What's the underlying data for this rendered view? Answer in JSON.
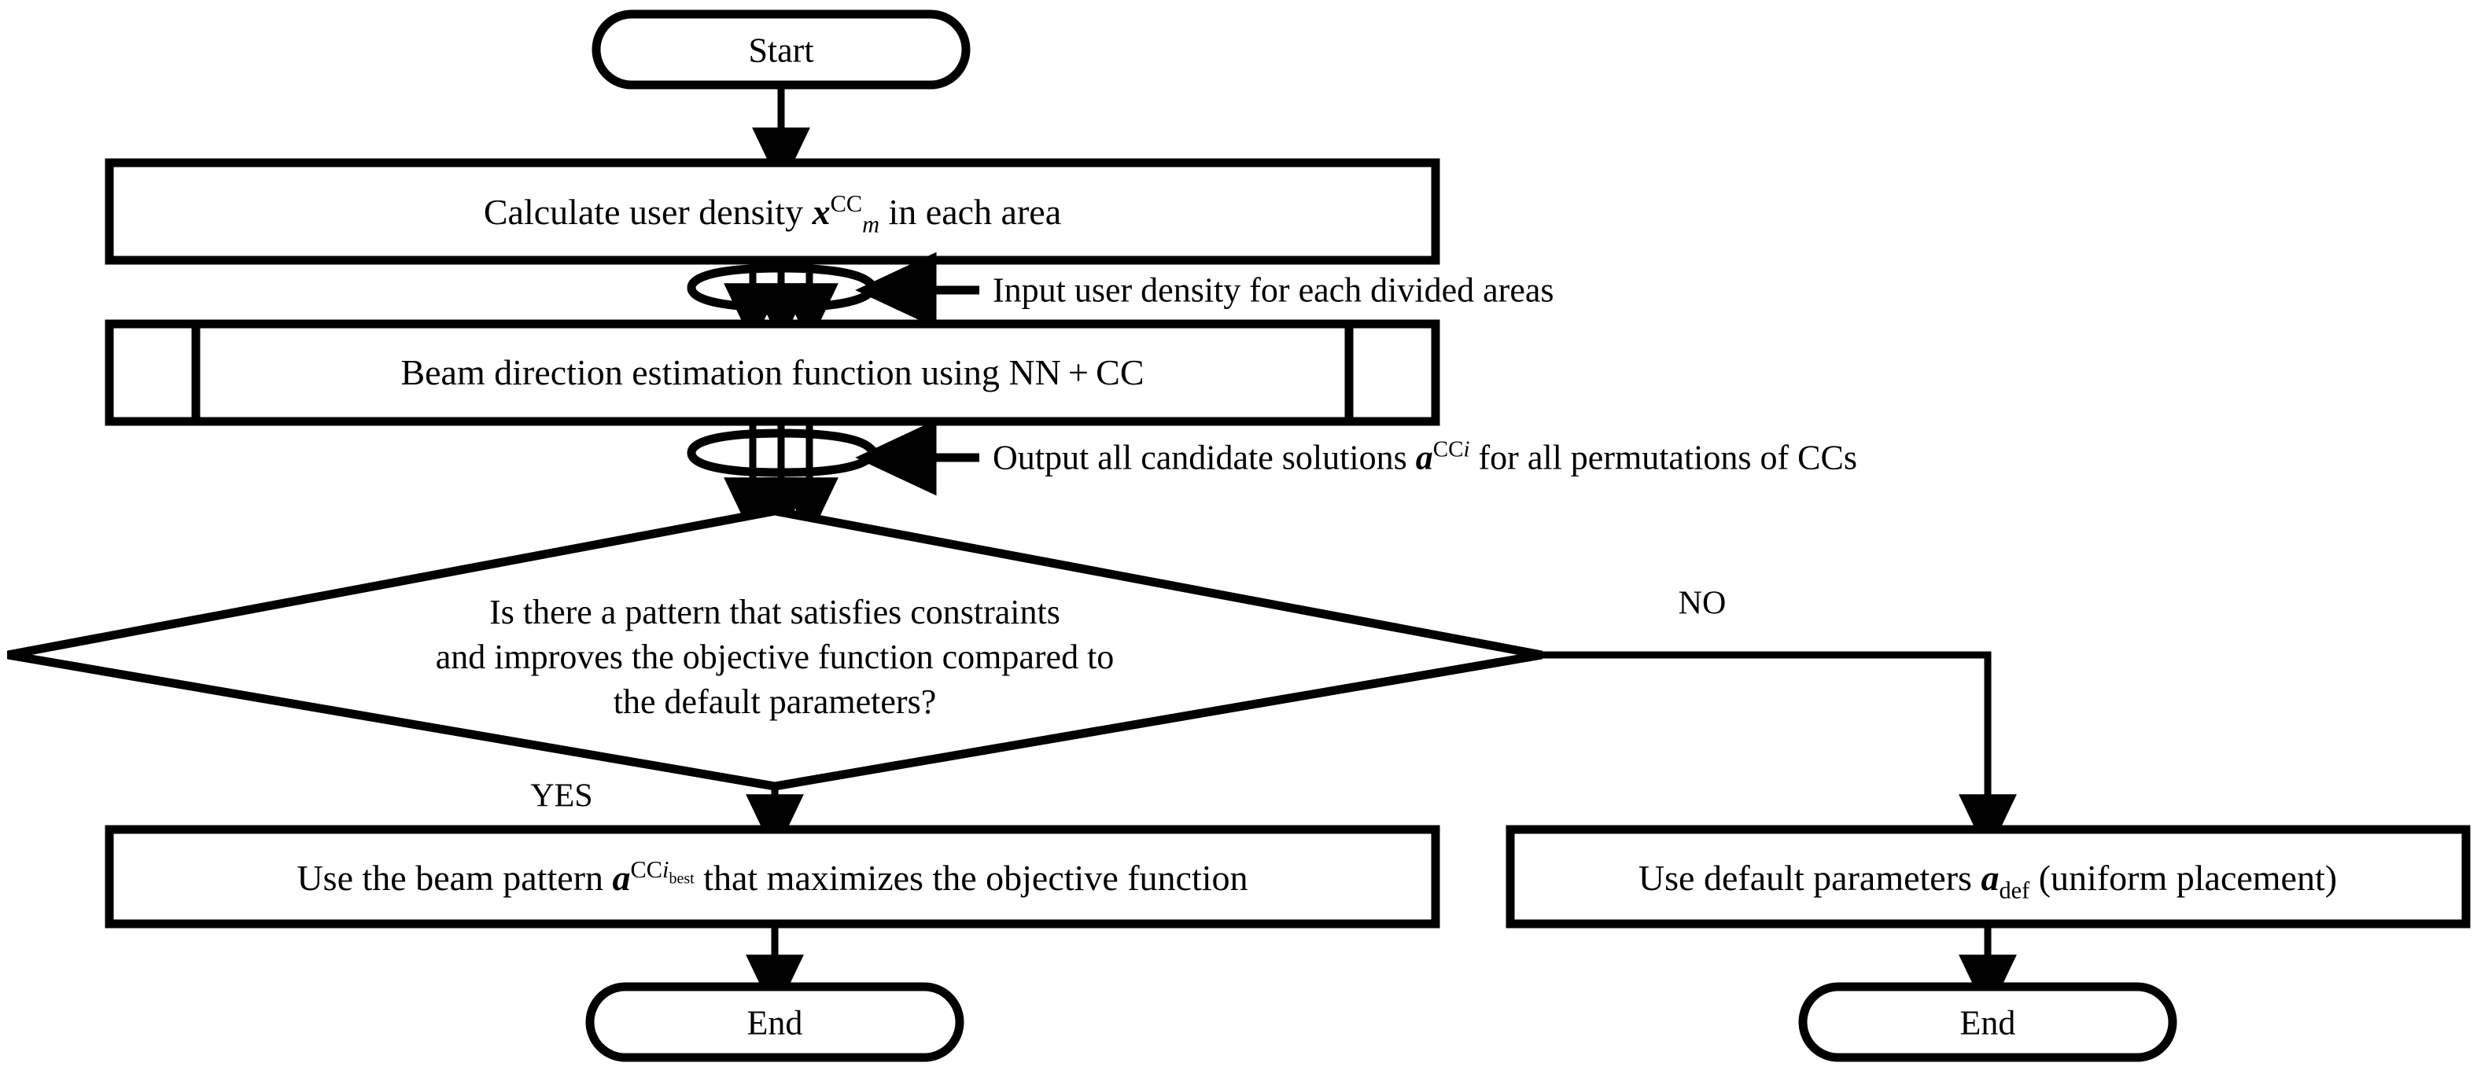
{
  "diagram": {
    "type": "flowchart",
    "title": "Beam direction estimation flowchart",
    "colors": {
      "stroke": "#000000",
      "fill": "#ffffff",
      "text": "#000000"
    }
  },
  "nodes": {
    "start": {
      "label": "Start",
      "shape": "terminator"
    },
    "calc_density": {
      "shape": "process",
      "text_before": "Calculate user density ",
      "var": "x",
      "var_sup": "CC",
      "var_sub": "m",
      "text_after": " in each area"
    },
    "beam_func": {
      "shape": "predefined-process",
      "label": "Beam direction estimation function using NN + CC"
    },
    "decision": {
      "shape": "decision",
      "line1": "Is there a pattern that satisfies constraints",
      "line2": "and improves the objective function compared to",
      "line3": "the default parameters?"
    },
    "use_best": {
      "shape": "process",
      "text_before": "Use the beam pattern ",
      "var": "a",
      "var_sup": "CC",
      "var_sup_it": "i",
      "var_sup_sub": "best",
      "text_after": " that maximizes the objective function"
    },
    "use_default": {
      "shape": "process",
      "text_before": "Use default parameters ",
      "var": "a",
      "var_sub": "def",
      "text_after": " (uniform placement)"
    },
    "end_left": {
      "label": "End",
      "shape": "terminator"
    },
    "end_right": {
      "label": "End",
      "shape": "terminator"
    }
  },
  "annotations": {
    "input_note": {
      "text": "Input user density for each divided areas",
      "icon": "bundled-arrows-icon"
    },
    "output_note": {
      "text_before": "Output all candidate solutions ",
      "var": "a",
      "var_sup": "CC",
      "var_sup_it": "i",
      "text_after": " for all permutations of CCs",
      "icon": "bundled-arrows-icon"
    }
  },
  "branches": {
    "yes": "YES",
    "no": "NO"
  }
}
